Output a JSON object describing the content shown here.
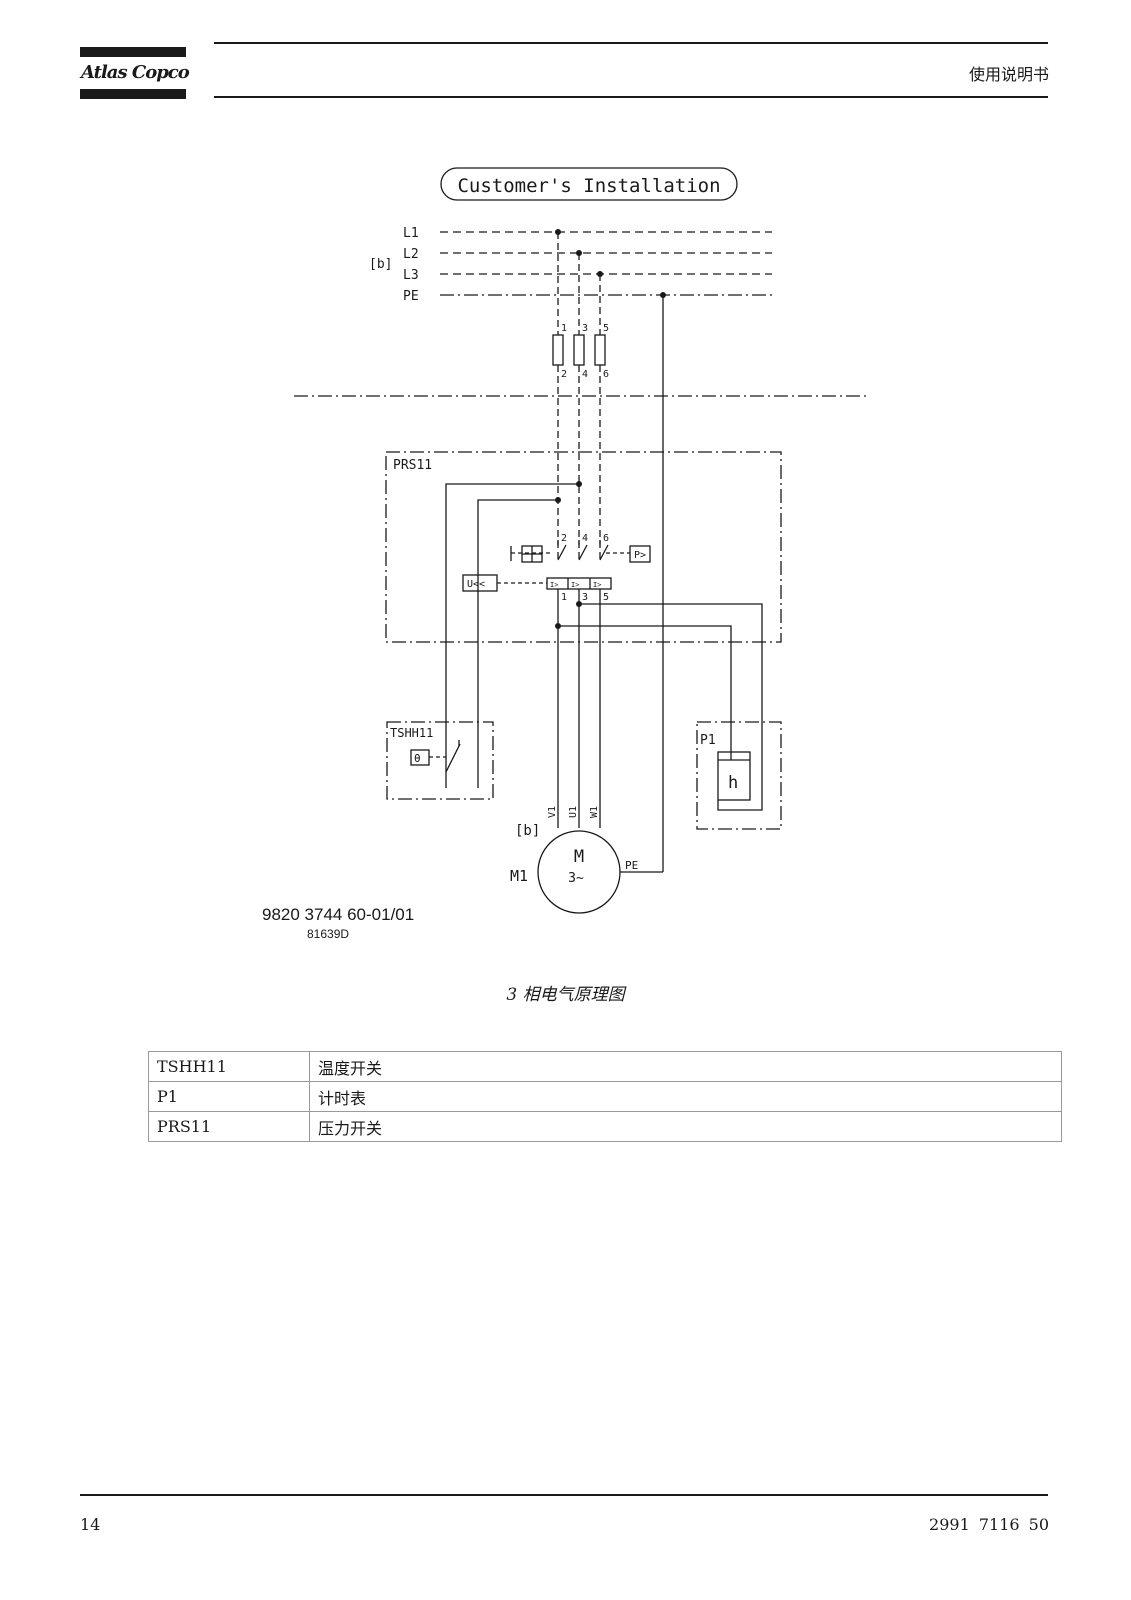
{
  "header": {
    "logo_text": "Atlas Copco",
    "doc_type": "使用说明书"
  },
  "diagram": {
    "title": "Customer's Installation",
    "lines": [
      "L1",
      "L2",
      "L3",
      "PE"
    ],
    "supply_tag": "[b]",
    "fuse_top_terminals": [
      "1",
      "3",
      "5"
    ],
    "fuse_bottom_terminals": [
      "2",
      "4",
      "6"
    ],
    "prs_label": "PRS11",
    "breaker_top_terminals": [
      "2",
      "4",
      "6"
    ],
    "breaker_bottom_terminals": [
      "1",
      "3",
      "5"
    ],
    "undervoltage_label": "U<<",
    "overload_label": "P>",
    "trip_element_label": "I>",
    "tshh_label": "TSHH11",
    "temp_symbol": "θ",
    "p1_label": "P1",
    "hour_meter_symbol": "h",
    "motor_terminals": [
      "V1",
      "U1",
      "W1"
    ],
    "motor_tag": "[b]",
    "motor_label": "M1",
    "motor_letter": "M",
    "motor_phase": "3~",
    "pe_label": "PE",
    "drawing_number": "9820 3744 60-01/01",
    "drawing_code": "81639D"
  },
  "caption": "3 相电气原理图",
  "legend": [
    {
      "code": "TSHH11",
      "description": "温度开关"
    },
    {
      "code": "P1",
      "description": "计时表"
    },
    {
      "code": "PRS11",
      "description": "压力开关"
    }
  ],
  "footer": {
    "page_number": "14",
    "document_number": "2991 7116 50"
  }
}
